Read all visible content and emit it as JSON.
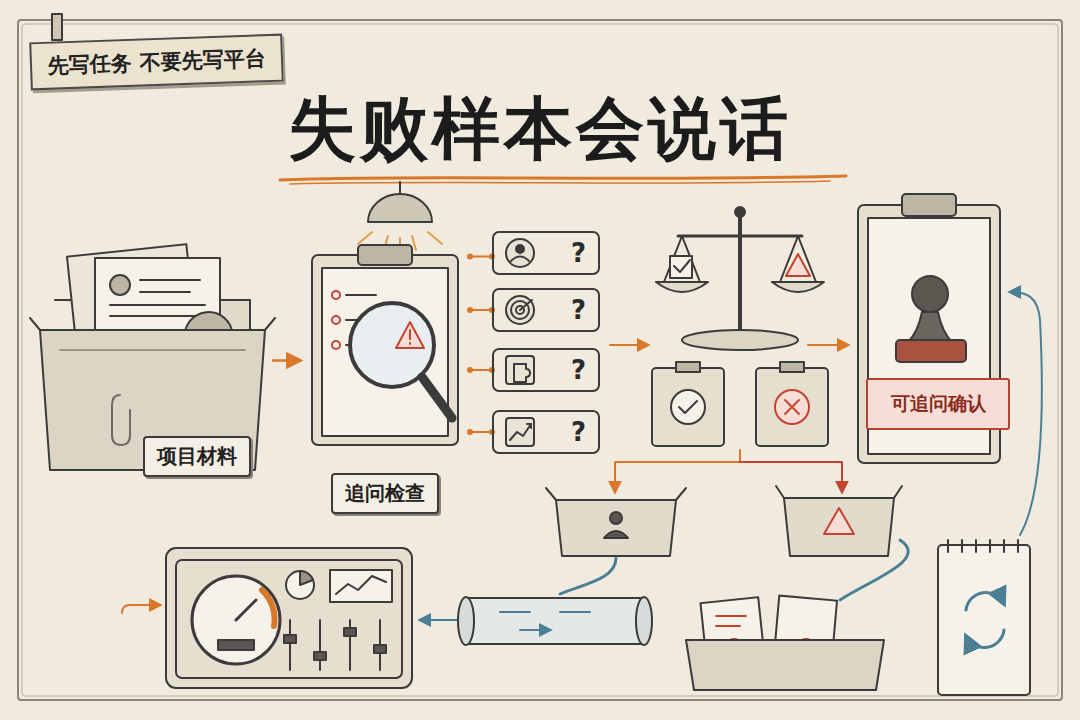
{
  "diagram": {
    "title": "失败样本会说话",
    "nodes": [
      {
        "text": [
          "项目材料"
        ]
      },
      {
        "text": [
          "追问检查"
        ]
      },
      {
        "text": [
          "?"
        ]
      },
      {
        "text": [
          "?"
        ]
      },
      {
        "text": [
          "?"
        ]
      },
      {
        "text": [
          "?"
        ]
      },
      {
        "text": [
          "可追问确认"
        ]
      }
    ],
    "edges": [
      {
        "from": 0,
        "to": 1,
        "arrow": "to"
      },
      {
        "from": 1,
        "to": 2,
        "arrow": "none"
      },
      {
        "from": 1,
        "to": 3,
        "arrow": "none"
      },
      {
        "from": 1,
        "to": 4,
        "arrow": "none"
      },
      {
        "from": 1,
        "to": 5,
        "arrow": "none"
      }
    ],
    "labels": [
      "先写任务 不要先写平台"
    ]
  }
}
